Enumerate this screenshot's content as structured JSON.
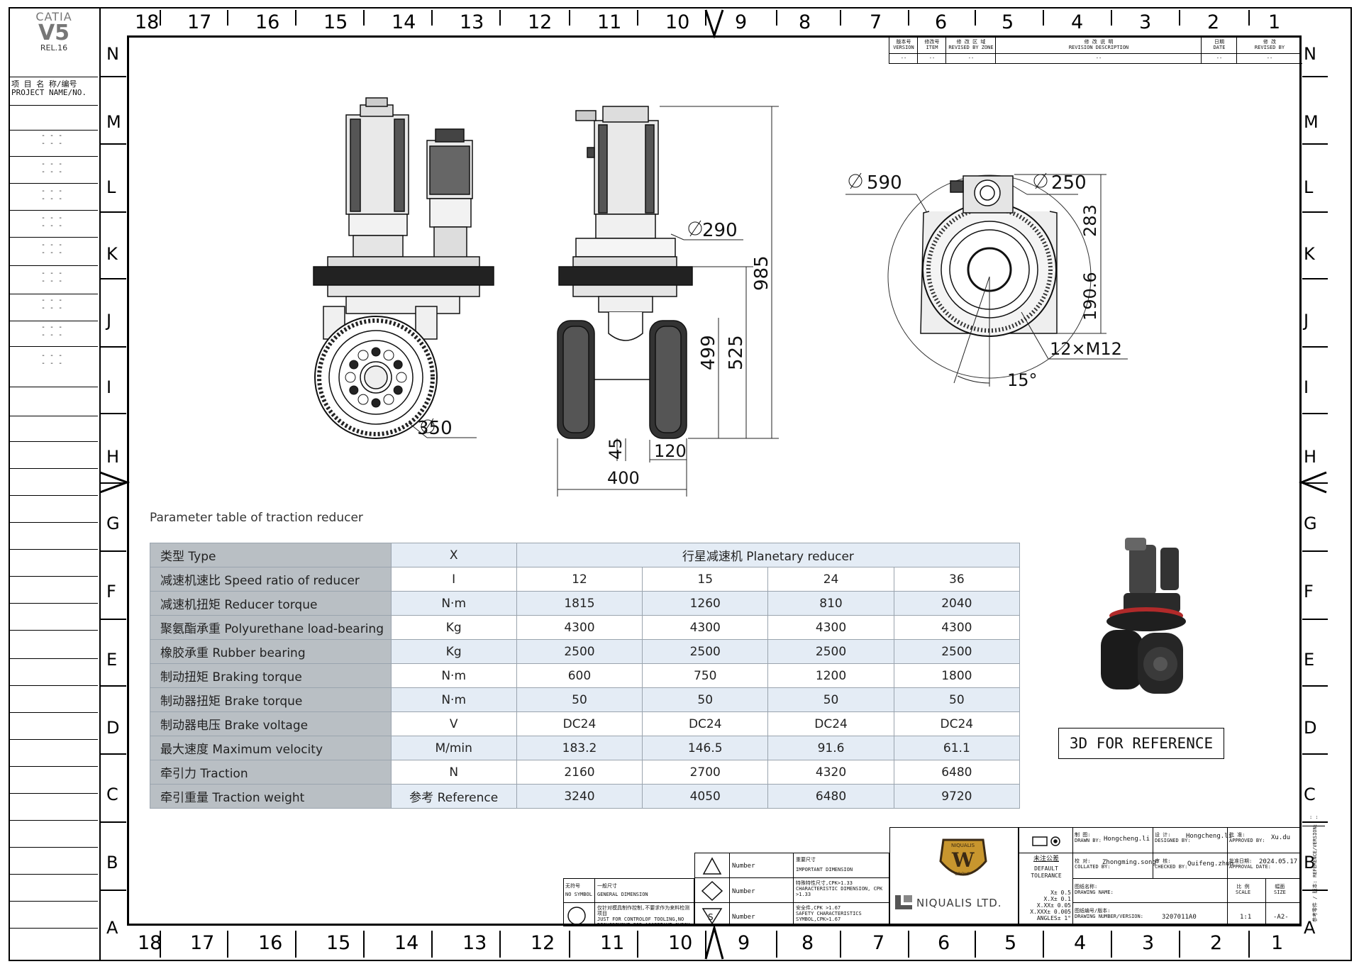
{
  "catia": {
    "name": "CATIA",
    "version": "V5",
    "release": "REL.16"
  },
  "project": {
    "label_cn": "项 目 名 称/编号",
    "label_en": "PROJECT NAME/NO."
  },
  "strip_dash": "- - -",
  "zones_top": [
    "18",
    "17",
    "16",
    "15",
    "14",
    "13",
    "12",
    "11",
    "10",
    "9",
    "8",
    "7",
    "6",
    "5",
    "4",
    "3",
    "2",
    "1"
  ],
  "zones_side": [
    "N",
    "M",
    "L",
    "K",
    "J",
    "I",
    "H",
    "G",
    "F",
    "E",
    "D",
    "C",
    "B",
    "A"
  ],
  "revision": {
    "version_cn": "版本号",
    "version_en": "VERSION",
    "item_cn": "修改号",
    "item_en": "ITEM",
    "zone_cn": "修 改 区 域",
    "zone_en": "REVISED BY ZONE",
    "desc_cn": "修 改 说 明",
    "desc_en": "REVISION DESCRIPTION",
    "date_cn": "日期",
    "date_en": "DATE",
    "by_cn": "修 改",
    "by_en": "REVISED BY",
    "empty": "--"
  },
  "dimensions": {
    "d350": "350",
    "d290": "290",
    "d985": "985",
    "d525": "525",
    "d499": "499",
    "d45": "45",
    "d120": "120",
    "d400": "400",
    "d590": "590",
    "d250": "250",
    "d283": "283",
    "d190": "190.6",
    "m12": "12×M12",
    "angle": "15°"
  },
  "table_title": "Parameter table of traction reducer",
  "table": {
    "header": {
      "label": "类型 Type",
      "unit": "X",
      "span": "行星减速机 Planetary reducer"
    },
    "rows": [
      {
        "label": "减速机速比 Speed ratio of reducer",
        "unit": "I",
        "v": [
          "12",
          "15",
          "24",
          "36"
        ]
      },
      {
        "label": "减速机扭矩 Reducer torque",
        "unit": "N·m",
        "v": [
          "1815",
          "1260",
          "810",
          "2040"
        ]
      },
      {
        "label": "聚氨酯承重 Polyurethane load-bearing",
        "unit": "Kg",
        "v": [
          "4300",
          "4300",
          "4300",
          "4300"
        ]
      },
      {
        "label": "橡胶承重 Rubber bearing",
        "unit": "Kg",
        "v": [
          "2500",
          "2500",
          "2500",
          "2500"
        ]
      },
      {
        "label": "制动扭矩 Braking torque",
        "unit": "N·m",
        "v": [
          "600",
          "750",
          "1200",
          "1800"
        ]
      },
      {
        "label": "制动器扭矩 Brake torque",
        "unit": "N·m",
        "v": [
          "50",
          "50",
          "50",
          "50"
        ]
      },
      {
        "label": "制动器电压 Brake voltage",
        "unit": "V",
        "v": [
          "DC24",
          "DC24",
          "DC24",
          "DC24"
        ]
      },
      {
        "label": "最大速度 Maximum velocity",
        "unit": "M/min",
        "v": [
          "183.2",
          "146.5",
          "91.6",
          "61.1"
        ]
      },
      {
        "label": "牵引力 Traction",
        "unit": "N",
        "v": [
          "2160",
          "2700",
          "4320",
          "6480"
        ]
      },
      {
        "label": "牵引重量 Traction weight",
        "unit": "参考 Reference",
        "v": [
          "3240",
          "4050",
          "6480",
          "9720"
        ]
      }
    ]
  },
  "ref3d": "3D FOR REFERENCE",
  "symbols": {
    "no_symbol_cn": "无符号",
    "no_symbol_en": "NO SYMBOL",
    "general_cn": "一般尺寸",
    "general_en": "GENERAL DIMENSION",
    "tooling_cn": "仅针对模具制作控制,不要求作为来料检测项目",
    "tooling_en": "JUST FOR CONTROLOF TOOLING,NO REQUIREMENT FOR ACCEPTANT CHECK",
    "number": "Number",
    "important_cn": "重要尺寸",
    "important_en": "IMPORTANT DIMENSION",
    "char_cn": "特殊特性尺寸,CPK>1.33",
    "char_en": "CHARACTERISTIC DIMENSION, CPK >1.33",
    "safety_cn": "安全件,CPK >1.67",
    "safety_en": "SAFETY CHARACTERISTICS SYMBOL,CPK>1.67",
    "s_letter": "S"
  },
  "company": {
    "name": "NIQUALIS LTD.",
    "logo_top": "NIQUALIS",
    "logo_letter": "W",
    "logo_bottom": "GROUP"
  },
  "tolerance": {
    "cn": "未注公差",
    "en1": "DEFAULT",
    "en2": "TOLERANCE",
    "l1": "X± 0.5",
    "l2": "X.X± 0.1",
    "l3": "X.XX± 0.05",
    "l4": "X.XXX± 0.005",
    "l5": "ANGLES± 1°"
  },
  "titleblock": {
    "drawn_cn": "制  图:",
    "drawn_en": "DRAWN BY:",
    "drawn": "Hongcheng.li",
    "designed_cn": "设  计:",
    "designed_en": "DESIGNED BY:",
    "designed": "Hongcheng.li",
    "approved_cn": "批  准:",
    "approved_en": "APPROVED BY:",
    "approved": "Xu.du",
    "collated_cn": "校  对:",
    "collated_en": "COLLATED BY:",
    "collated": "Zhongming.song",
    "checked_cn": "审  核:",
    "checked_en": "CHECKED BY:",
    "checked": "Quifeng.zhuo",
    "appdate_cn": "批准日期:",
    "appdate_en": "APPROVAL DATE:",
    "appdate": "2024.05.17",
    "dname_cn": "图纸名称:",
    "dname_en": "DRAWING NAME:",
    "scale_cn": "比 例",
    "scale_en": "SCALE",
    "scale": "1:1",
    "size_cn": "幅面",
    "size_en": "SIZE",
    "size": "-A2-",
    "dnum_cn": "图纸编号/版本:",
    "dnum_en": "DRAWING NUMBER/VERSION:",
    "dnum": "3207011A0",
    "refver": "参考零件 / 版本: REFERENCE/VERSION:",
    "colon": ": :"
  },
  "colors": {
    "grid": "#9aa4ae",
    "label_bg": "#b9bfc4",
    "alt_bg": "#e4ecf5",
    "logo_gold": "#c8962e",
    "logo_dark": "#3b2a14"
  }
}
